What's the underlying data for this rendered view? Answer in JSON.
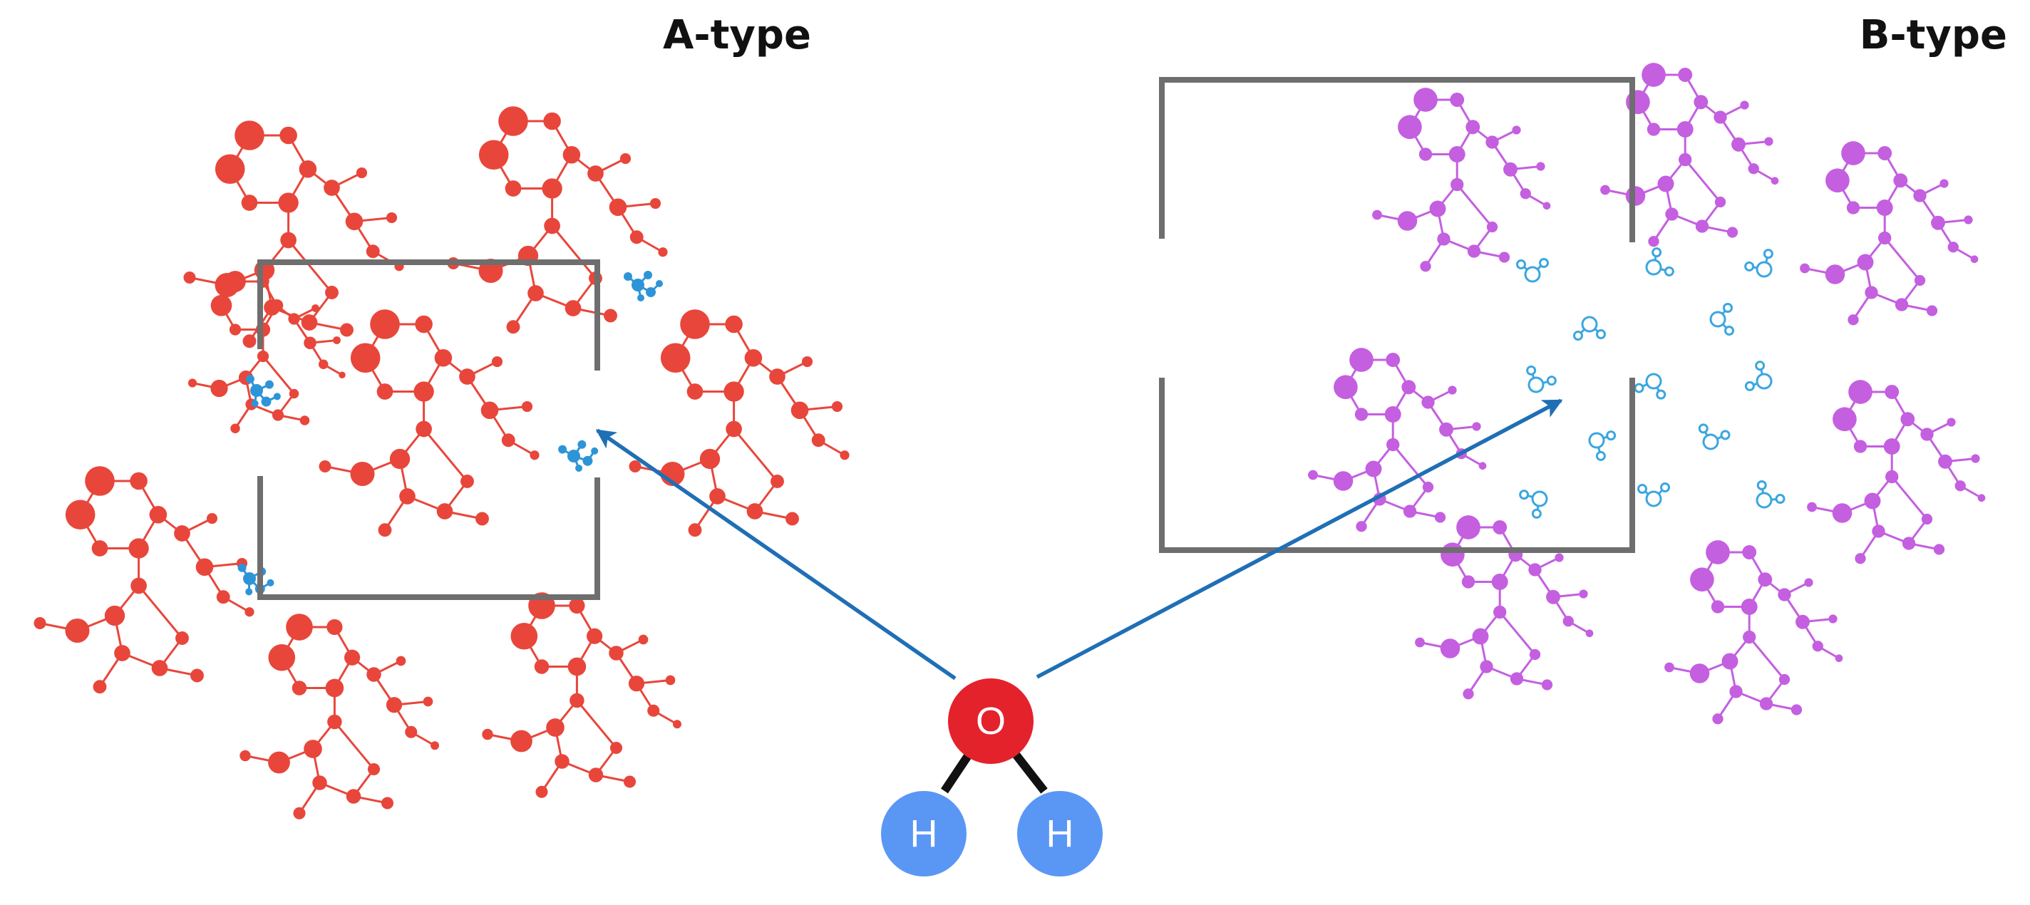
{
  "panels": {
    "a": {
      "title": "A-type",
      "molecule_color": "#e8463b",
      "water_color": "#2e94d8",
      "water_style": "filled"
    },
    "b": {
      "title": "B-type",
      "molecule_color": "#c45fe0",
      "water_color": "#3aa6e0",
      "water_style": "outline"
    }
  },
  "water_molecule": {
    "oxygen_label": "O",
    "hydrogen_label": "H",
    "oxygen_color": "#e4222b",
    "hydrogen_color": "#5a97f5",
    "bond_color": "#111111"
  },
  "colors": {
    "frame": "#6e6e6e",
    "arrow": "#1f6fb5"
  },
  "icons": {
    "arrow_a": "arrow-to-a-channel",
    "arrow_b": "arrow-to-b-channel"
  }
}
